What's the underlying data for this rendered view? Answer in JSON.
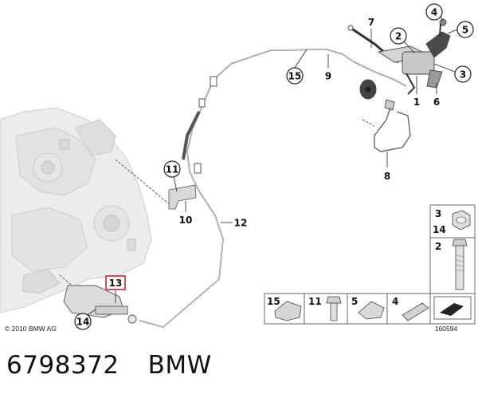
{
  "callouts": {
    "c1": "1",
    "c2": "2",
    "c3": "3",
    "c4": "4",
    "c5": "5",
    "c6": "6",
    "c7": "7",
    "c8": "8",
    "c9": "9",
    "c10": "10",
    "c11": "11",
    "c12": "12",
    "c13": "13",
    "c14": "14",
    "c15": "15"
  },
  "legend": {
    "top": [
      "3",
      "14"
    ],
    "mid": "2",
    "bottom": [
      "15",
      "11",
      "5",
      "4"
    ]
  },
  "copyright": "© 2010 BMW AG",
  "image_id": "160594",
  "caption": {
    "part_number": "6798372",
    "brand": "BMW"
  },
  "colors": {
    "highlight": "#d9262c",
    "line": "#555555"
  }
}
